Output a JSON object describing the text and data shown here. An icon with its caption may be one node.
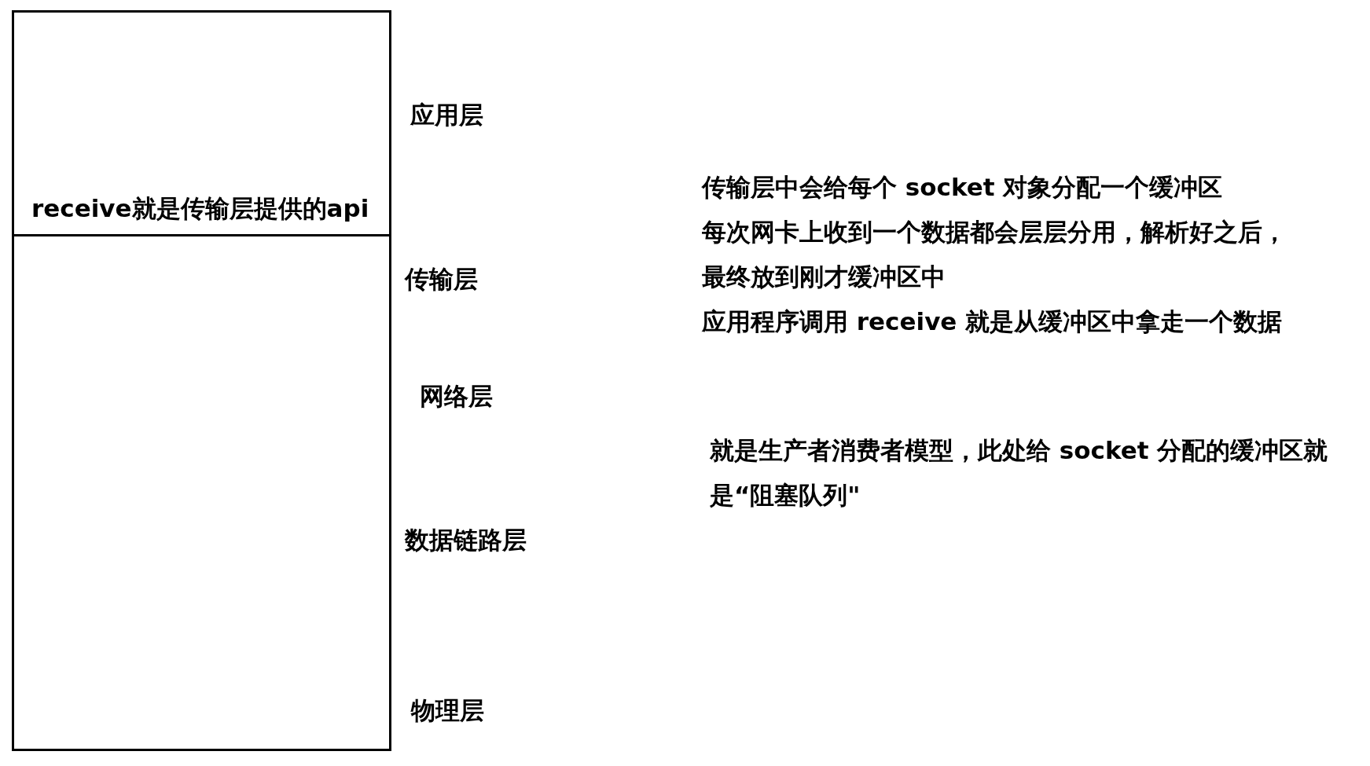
{
  "diagram": {
    "nodes": [
      {
        "text": [
          "receive就是传输层提供的api"
        ]
      },
      {
        "text": [],
        "shape": "box"
      }
    ],
    "edges": [],
    "labels": [
      "应用层",
      "传输层",
      "网络层",
      "数据链路层",
      "物理层",
      "传输层中会给每个 socket 对象分配一个缓冲区",
      "每次网卡上收到一个数据都会层层分用，解析好之后，最终放到刚才缓冲区中",
      "应用程序调用 receive 就是从缓冲区中拿走一个数据",
      "就是生产者消费者模型，此处给 socket 分配的缓冲区就是“阻塞队列\""
    ]
  }
}
